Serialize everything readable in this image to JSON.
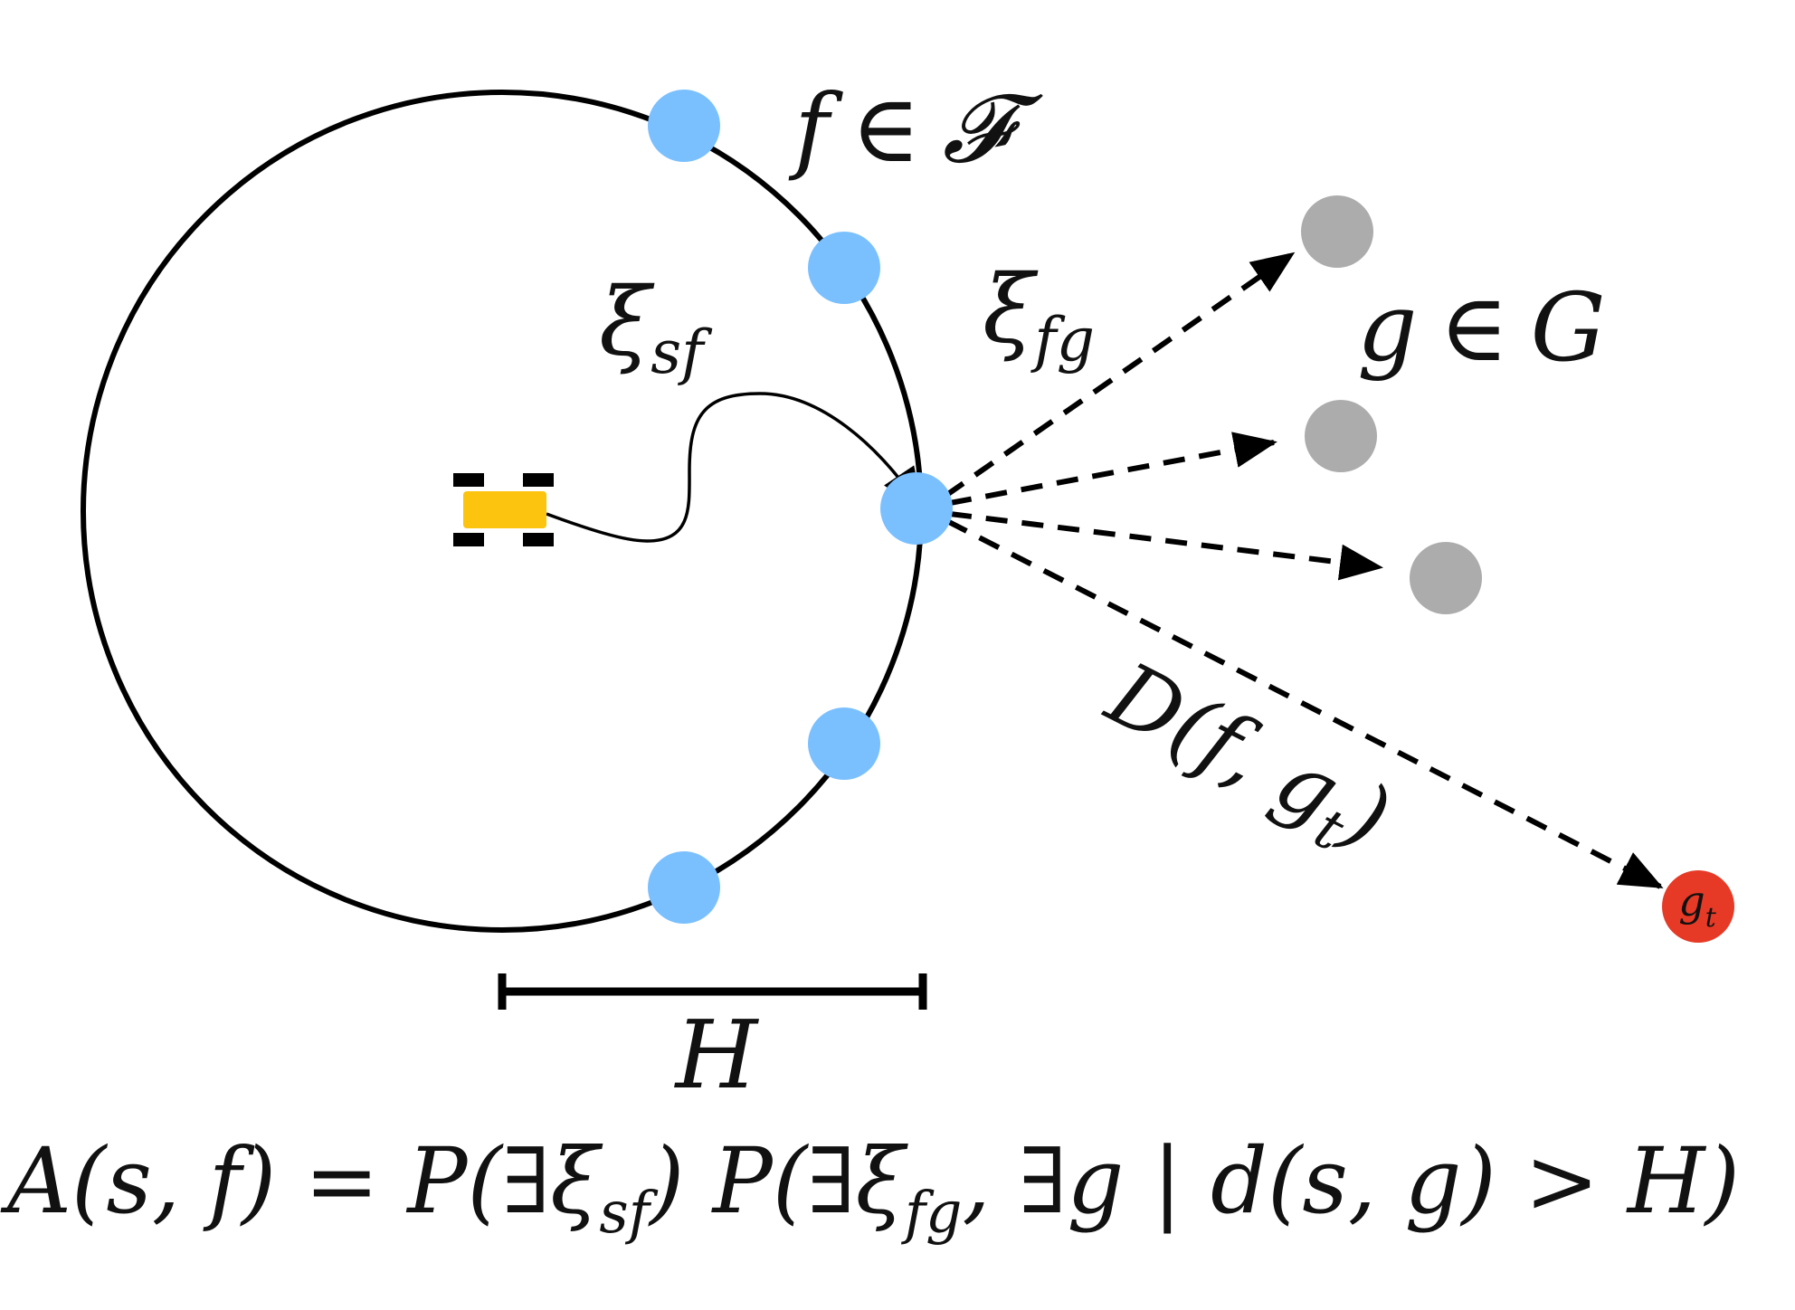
{
  "labels": {
    "frontier_set": {
      "sym": "f",
      "rel": "∈",
      "set": "𝓕"
    },
    "xi_sf": {
      "base": "ξ",
      "sub": "sf"
    },
    "xi_fg": {
      "base": "ξ",
      "sub": "fg"
    },
    "goal_set": {
      "sym": "g",
      "rel": "∈",
      "set": "G"
    },
    "distance": {
      "pre": "D(f, g",
      "sub": "t",
      "post": ")"
    },
    "horizon": "H",
    "target_goal": {
      "base": "g",
      "sub": "t"
    }
  },
  "formula": {
    "p1": "A(s, f) = P(∃ξ",
    "s1": "sf",
    "p2": ") P(∃ξ",
    "s2": "fg",
    "p3": ", ∃g | d(s, g) > H)"
  },
  "colors": {
    "frontier": "#7ac0ff",
    "goal": "#acacac",
    "target": "#e63a26",
    "robot_body": "#fcc40f",
    "robot_wheels": "#000000",
    "stroke": "#000000"
  }
}
